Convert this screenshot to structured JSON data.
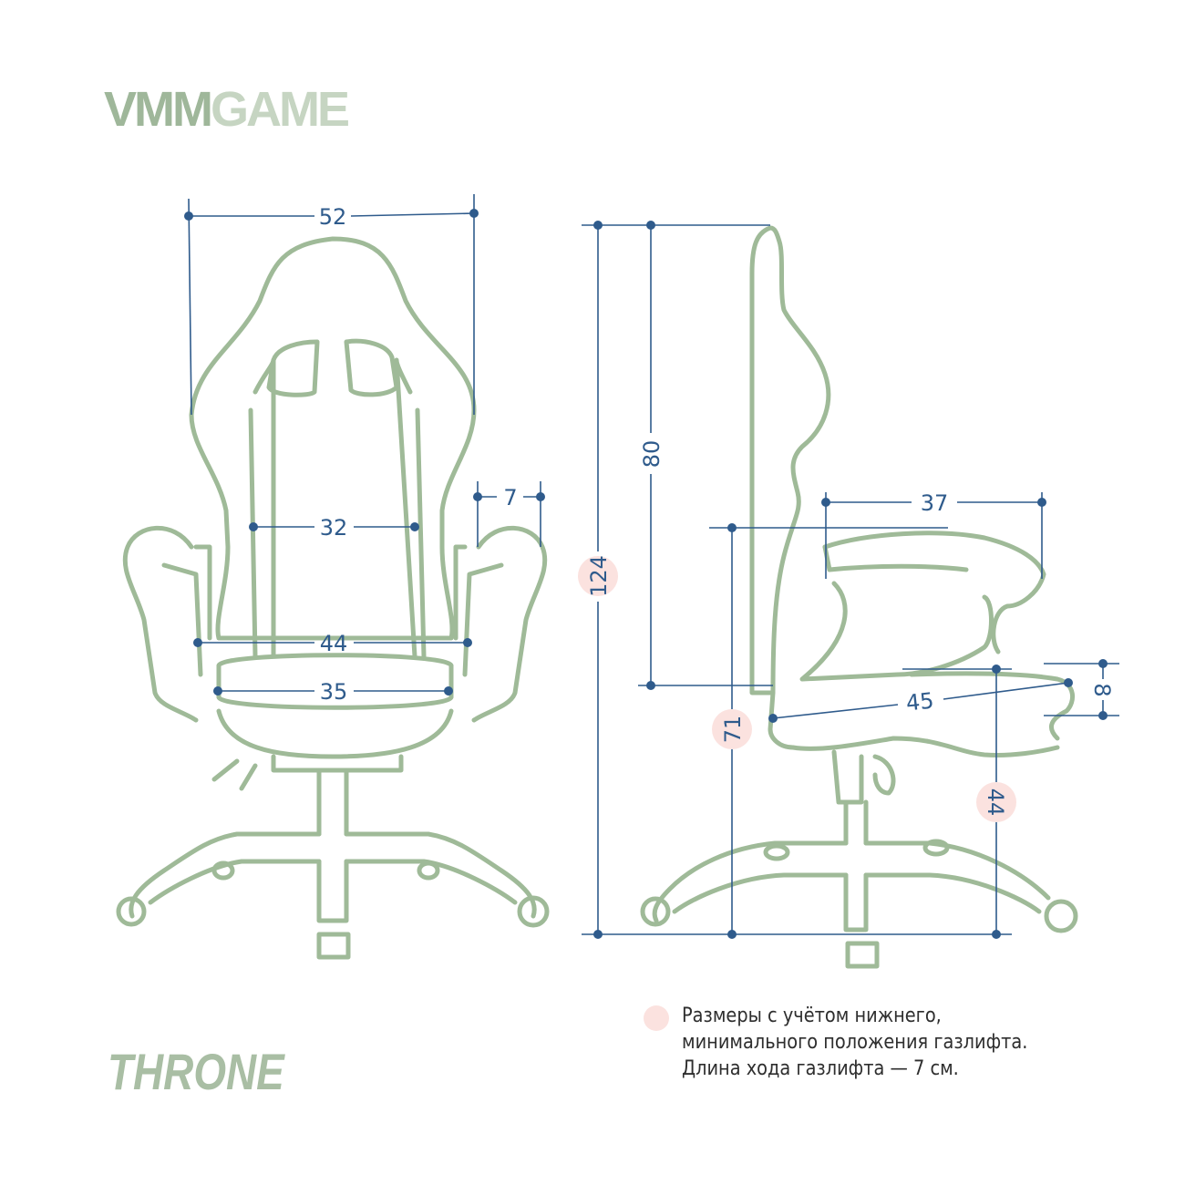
{
  "brand": {
    "logo_text": "VMMGAME",
    "logo_prefix": "VMM",
    "logo_suffix": "GAME",
    "color": "#b4c6b0"
  },
  "model_name": "THRONE",
  "note": {
    "lines": [
      "Размеры с учётом нижнего,",
      "минимального положения газлифта.",
      "Длина хода газлифта — 7 см."
    ]
  },
  "dimensions": {
    "front": {
      "overall_width": "52",
      "backrest_width": "32",
      "armrest_width": "7",
      "between_armrests": "44",
      "seat_width": "35"
    },
    "side": {
      "total_height": "124",
      "backrest_height": "80",
      "armrest_length": "37",
      "armrest_height": "71",
      "seat_depth": "45",
      "seat_thickness": "8",
      "seat_height": "44"
    }
  },
  "colors": {
    "outline": "#9fba98",
    "dimension": "#2f5b8c",
    "highlight": "#fbe2df",
    "note_text": "#2e2e2e"
  }
}
